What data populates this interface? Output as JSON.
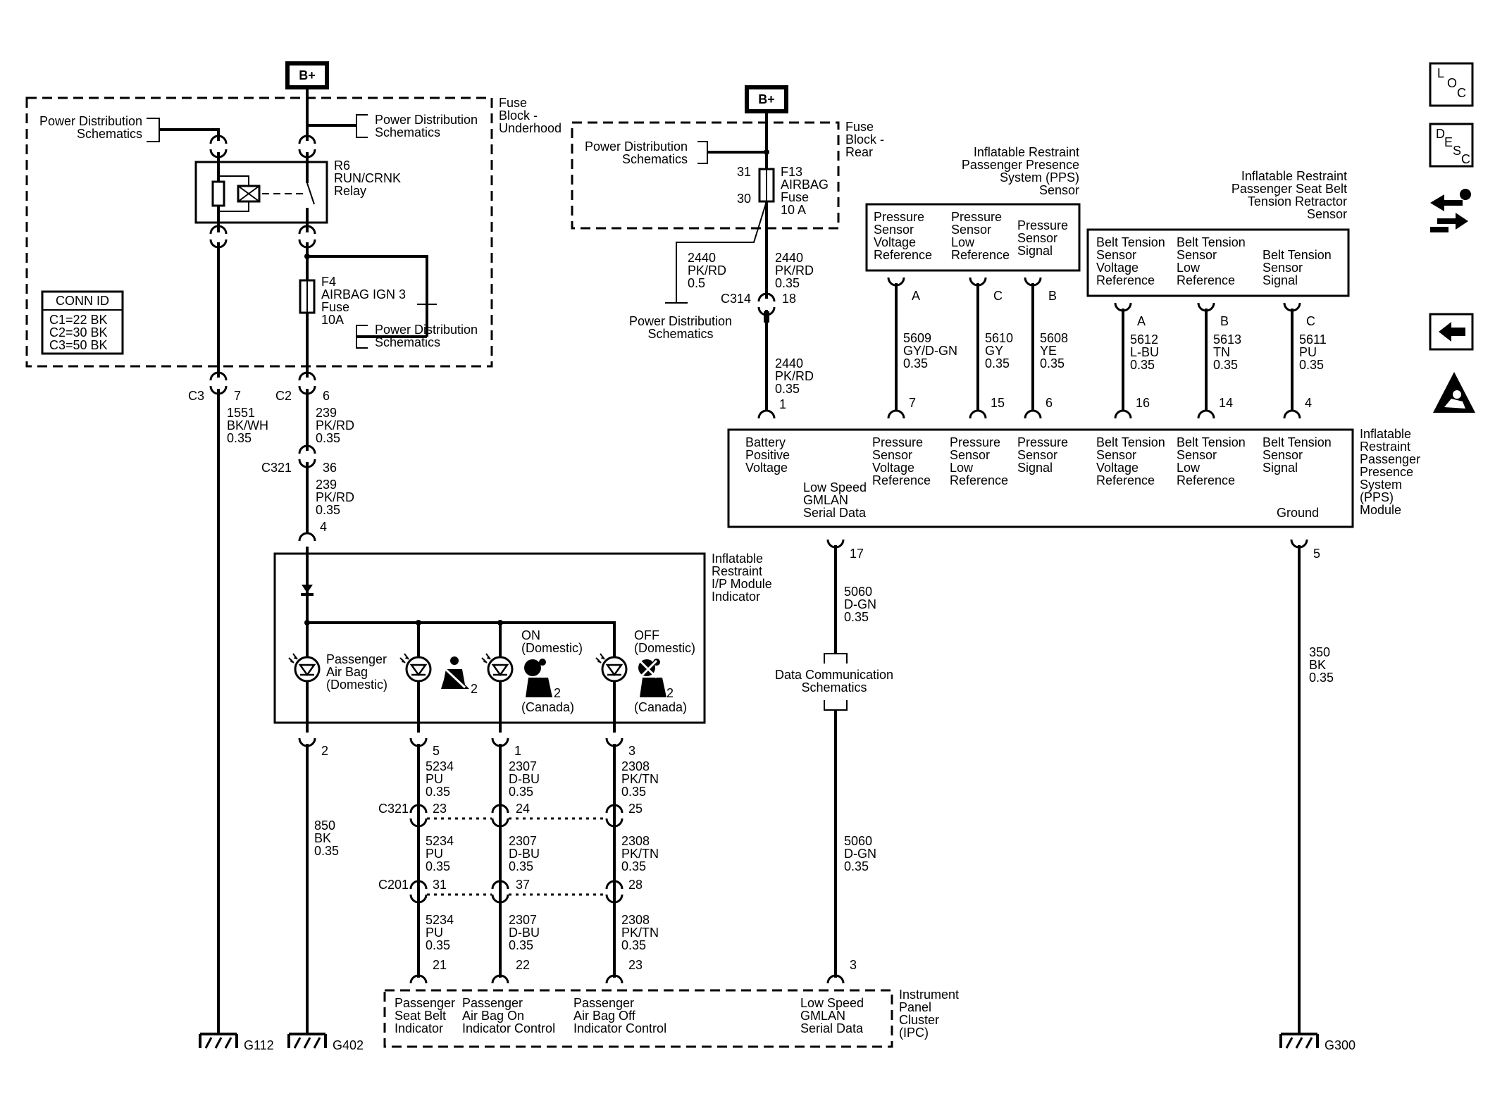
{
  "supply": {
    "bplus_left": "B+",
    "bplus_right": "B+"
  },
  "fuse_block_underhood": {
    "title": [
      "Fuse",
      "Block -",
      "Underhood"
    ],
    "pds_left": [
      "Power Distribution",
      "Schematics"
    ],
    "pds_top": [
      "Power Distribution",
      "Schematics"
    ],
    "pds_bottom": [
      "Power Distribution",
      "Schematics"
    ],
    "relay": [
      "R6",
      "RUN/CRNK",
      "Relay"
    ],
    "fuse": [
      "F4",
      "AIRBAG IGN 3",
      "Fuse",
      "10A"
    ],
    "conn_id": {
      "title": "CONN ID",
      "rows": [
        "C1=22 BK",
        "C2=30 BK",
        "C3=50 BK"
      ]
    }
  },
  "fuse_block_rear": {
    "title": [
      "Fuse",
      "Block -",
      "Rear"
    ],
    "pds": [
      "Power Distribution",
      "Schematics"
    ],
    "fuse": [
      "F13",
      "AIRBAG",
      "Fuse",
      "10 A"
    ],
    "pin_in": "31",
    "pin_out": "30"
  },
  "left_wires": {
    "c3_conn": "C3",
    "c3_pin": "7",
    "w1551": [
      "1551",
      "BK/WH",
      "0.35"
    ],
    "c2_conn": "C2",
    "c2_pin": "6",
    "w239a": [
      "239",
      "PK/RD",
      "0.35"
    ],
    "c321_conn": "C321",
    "c321_pin": "36",
    "w239b": [
      "239",
      "PK/RD",
      "0.35"
    ],
    "ip_pin_in": "4",
    "pin2": "2",
    "w850": [
      "850",
      "BK",
      "0.35"
    ]
  },
  "ip_indicator": {
    "title": [
      "Inflatable",
      "Restraint",
      "I/P Module",
      "Indicator"
    ],
    "pass_airbag": [
      "Passenger",
      "Air Bag",
      "(Domestic)"
    ],
    "on_label": [
      "ON",
      "(Domestic)"
    ],
    "off_label": [
      "OFF",
      "(Domestic)"
    ],
    "canada1": "(Canada)",
    "canada2": "(Canada)",
    "icon_num": "2"
  },
  "indicator_wires": {
    "pins": [
      "5",
      "1",
      "3"
    ],
    "c321_conn": "C321",
    "c321_pins": [
      "23",
      "24",
      "25"
    ],
    "c201_conn": "C201",
    "c201_pins": [
      "31",
      "37",
      "28"
    ],
    "ipc_pins": [
      "21",
      "22",
      "23"
    ],
    "seg1": [
      [
        "5234",
        "PU",
        "0.35"
      ],
      [
        "2307",
        "D-BU",
        "0.35"
      ],
      [
        "2308",
        "PK/TN",
        "0.35"
      ]
    ],
    "seg2": [
      [
        "5234",
        "PU",
        "0.35"
      ],
      [
        "2307",
        "D-BU",
        "0.35"
      ],
      [
        "2308",
        "PK/TN",
        "0.35"
      ]
    ],
    "seg3": [
      [
        "5234",
        "PU",
        "0.35"
      ],
      [
        "2307",
        "D-BU",
        "0.35"
      ],
      [
        "2308",
        "PK/TN",
        "0.35"
      ]
    ]
  },
  "rear_wires": {
    "w2440a": [
      "2440",
      "PK/RD",
      "0.5"
    ],
    "pds2": [
      "Power Distribution",
      "Schematics"
    ],
    "w2440b": [
      "2440",
      "PK/RD",
      "0.35"
    ],
    "c314_conn": "C314",
    "c314_pin": "18",
    "w2440c": [
      "2440",
      "PK/RD",
      "0.35"
    ],
    "pps_pin": "1"
  },
  "pps_sensor": {
    "title": [
      "Inflatable Restraint",
      "Passenger Presence",
      "System (PPS)",
      "Sensor"
    ],
    "cols": [
      [
        "Pressure",
        "Sensor",
        "Voltage",
        "Reference"
      ],
      [
        "Pressure",
        "Sensor",
        "Low",
        "Reference"
      ],
      [
        "Pressure",
        "Sensor",
        "Signal"
      ]
    ],
    "pins": [
      "A",
      "C",
      "B"
    ],
    "wires": [
      [
        "5609",
        "GY/D-GN",
        "0.35"
      ],
      [
        "5610",
        "GY",
        "0.35"
      ],
      [
        "5608",
        "YE",
        "0.35"
      ]
    ],
    "module_pins": [
      "7",
      "15",
      "6"
    ]
  },
  "belt_sensor": {
    "title": [
      "Inflatable Restraint",
      "Passenger Seat Belt",
      "Tension Retractor",
      "Sensor"
    ],
    "cols": [
      [
        "Belt Tension",
        "Sensor",
        "Voltage",
        "Reference"
      ],
      [
        "Belt Tension",
        "Sensor",
        "Low",
        "Reference"
      ],
      [
        "Belt Tension",
        "Sensor",
        "Signal"
      ]
    ],
    "pins": [
      "A",
      "B",
      "C"
    ],
    "wires": [
      [
        "5612",
        "L-BU",
        "0.35"
      ],
      [
        "5613",
        "TN",
        "0.35"
      ],
      [
        "5611",
        "PU",
        "0.35"
      ]
    ],
    "module_pins": [
      "16",
      "14",
      "4"
    ]
  },
  "pps_module": {
    "title": [
      "Inflatable",
      "Restraint",
      "Passenger",
      "Presence",
      "System",
      "(PPS)",
      "Module"
    ],
    "battery": [
      "Battery",
      "Positive",
      "Voltage"
    ],
    "cols": [
      [
        "Pressure",
        "Sensor",
        "Voltage",
        "Reference"
      ],
      [
        "Pressure",
        "Sensor",
        "Low",
        "Reference"
      ],
      [
        "Pressure",
        "Sensor",
        "Signal"
      ],
      [
        "Belt Tension",
        "Sensor",
        "Voltage",
        "Reference"
      ],
      [
        "Belt Tension",
        "Sensor",
        "Low",
        "Reference"
      ],
      [
        "Belt Tension",
        "Sensor",
        "Signal"
      ]
    ],
    "gmlan": [
      "Low Speed",
      "GMLAN",
      "Serial Data"
    ],
    "ground": "Ground"
  },
  "data_wires": {
    "pin17": "17",
    "w5060a": [
      "5060",
      "D-GN",
      "0.35"
    ],
    "dcs": [
      "Data Communication",
      "Schematics"
    ],
    "w5060b": [
      "5060",
      "D-GN",
      "0.35"
    ],
    "ipc_pin": "3",
    "pin5": "5",
    "w350": [
      "350",
      "BK",
      "0.35"
    ]
  },
  "ipc": {
    "title": [
      "Instrument",
      "Panel",
      "Cluster",
      "(IPC)"
    ],
    "cols": [
      [
        "Passenger",
        "Seat Belt",
        "Indicator"
      ],
      [
        "Passenger",
        "Air Bag On",
        "Indicator Control"
      ],
      [
        "Passenger",
        "Air Bag Off",
        "Indicator Control"
      ],
      [
        "Low Speed",
        "GMLAN",
        "Serial Data"
      ]
    ]
  },
  "grounds": [
    "G112",
    "G402",
    "G300"
  ],
  "nav": {
    "loc": [
      "L",
      "O",
      "C"
    ],
    "desc": [
      "D",
      "E",
      "S",
      "C"
    ]
  }
}
